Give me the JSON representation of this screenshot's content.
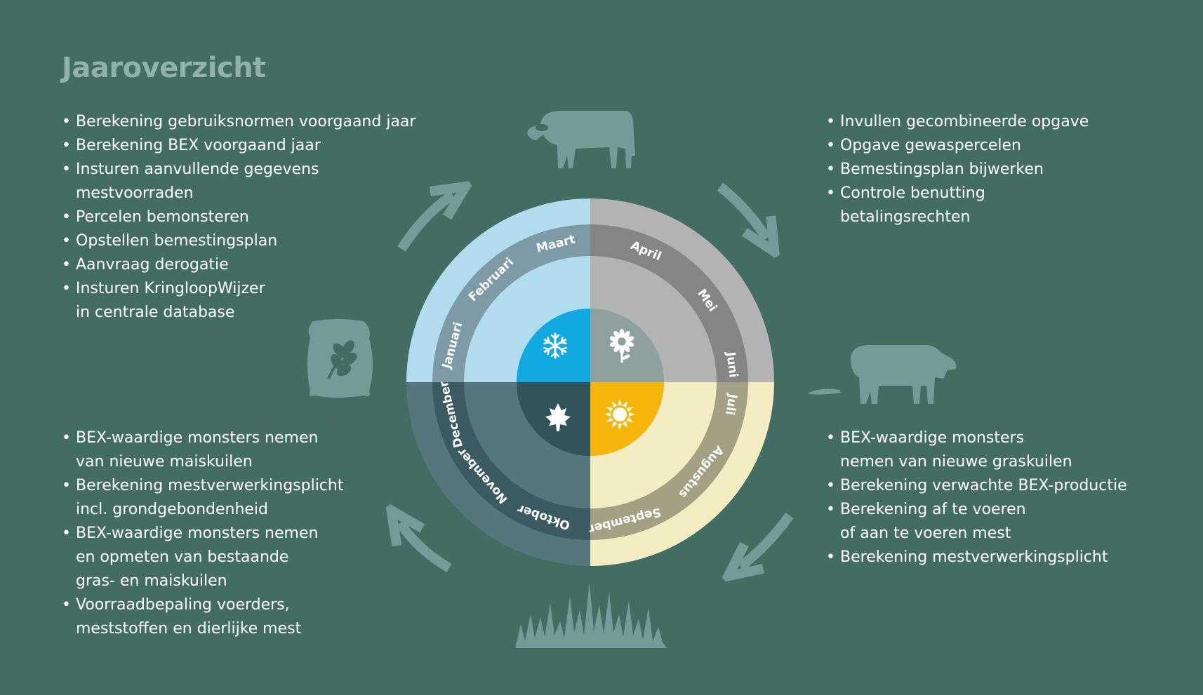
{
  "title": "Jaaroverzicht",
  "quadrants": {
    "top_left": [
      {
        "lines": [
          "Berekening gebruiksnormen voorgaand jaar"
        ]
      },
      {
        "lines": [
          "Berekening BEX voorgaand jaar"
        ]
      },
      {
        "lines": [
          "Insturen aanvullende gegevens",
          "mestvoorraden"
        ]
      },
      {
        "lines": [
          "Percelen bemonsteren"
        ]
      },
      {
        "lines": [
          "Opstellen bemestingsplan"
        ]
      },
      {
        "lines": [
          "Aanvraag derogatie"
        ]
      },
      {
        "lines": [
          "Insturen KringloopWijzer",
          "in centrale database"
        ]
      }
    ],
    "top_right": [
      {
        "lines": [
          "Invullen gecombineerde opgave"
        ]
      },
      {
        "lines": [
          "Opgave gewaspercelen"
        ]
      },
      {
        "lines": [
          "Bemestingsplan bijwerken"
        ]
      },
      {
        "lines": [
          "Controle benutting",
          "betalingsrechten"
        ]
      }
    ],
    "bottom_left": [
      {
        "lines": [
          "BEX-waardige monsters nemen",
          "van nieuwe maiskuilen"
        ]
      },
      {
        "lines": [
          "Berekening mestverwerkingsplicht",
          "incl. grondgebondenheid"
        ]
      },
      {
        "lines": [
          "BEX-waardige monsters nemen",
          "en opmeten van bestaande",
          "gras- en maiskuilen"
        ]
      },
      {
        "lines": [
          "Voorraadbepaling voerders,",
          "meststoffen en dierlijke mest"
        ]
      }
    ],
    "bottom_right": [
      {
        "lines": [
          "BEX-waardige monsters",
          "nemen van nieuwe graskuilen"
        ]
      },
      {
        "lines": [
          "Berekening verwachte BEX-productie"
        ]
      },
      {
        "lines": [
          "Berekening af te voeren",
          "of aan te voeren mest"
        ]
      },
      {
        "lines": [
          "Berekening mestverwerkingsplicht"
        ]
      }
    ]
  },
  "wheel": {
    "seasons": [
      {
        "icon": "snowflake-icon",
        "outer": "#b1dcee",
        "ring": "#7d9aa6",
        "inner": "#b1dcee",
        "core": "#12a8e0",
        "months": [
          {
            "label": "Januari",
            "angle": 195
          },
          {
            "label": "Februari",
            "angle": 226
          },
          {
            "label": "Maart",
            "angle": 256
          }
        ]
      },
      {
        "icon": "sunflower-icon",
        "outer": "#b3b3b3",
        "ring": "#858585",
        "inner": "#b3b3b3",
        "core": "#8fa19f",
        "months": [
          {
            "label": "April",
            "angle": 293
          },
          {
            "label": "Mei",
            "angle": 325
          },
          {
            "label": "Juni",
            "angle": 353
          }
        ]
      },
      {
        "icon": "sun-icon",
        "outer": "#f3edc1",
        "ring": "#a3a084",
        "inner": "#f3edc1",
        "core": "#f6b50b",
        "months": [
          {
            "label": "Juli",
            "angle": 9
          },
          {
            "label": "Augustus",
            "angle": 39
          },
          {
            "label": "September",
            "angle": 76
          }
        ]
      },
      {
        "icon": "maple-leaf-icon",
        "outer": "#54767d",
        "ring": "#3c5a61",
        "inner": "#54767d",
        "core": "#30545a",
        "months": [
          {
            "label": "Oktober",
            "angle": 109
          },
          {
            "label": "November",
            "angle": 139
          },
          {
            "label": "December",
            "angle": 167
          }
        ]
      }
    ]
  },
  "colors": {
    "background": "#436c62",
    "title": "#8fb2ad",
    "decoration": "#739b98",
    "text": "#ffffff"
  },
  "icons": [
    "cow-icon",
    "cow-icon",
    "seed-bag-icon",
    "grass-icon",
    "cycle-arrow-icon"
  ]
}
